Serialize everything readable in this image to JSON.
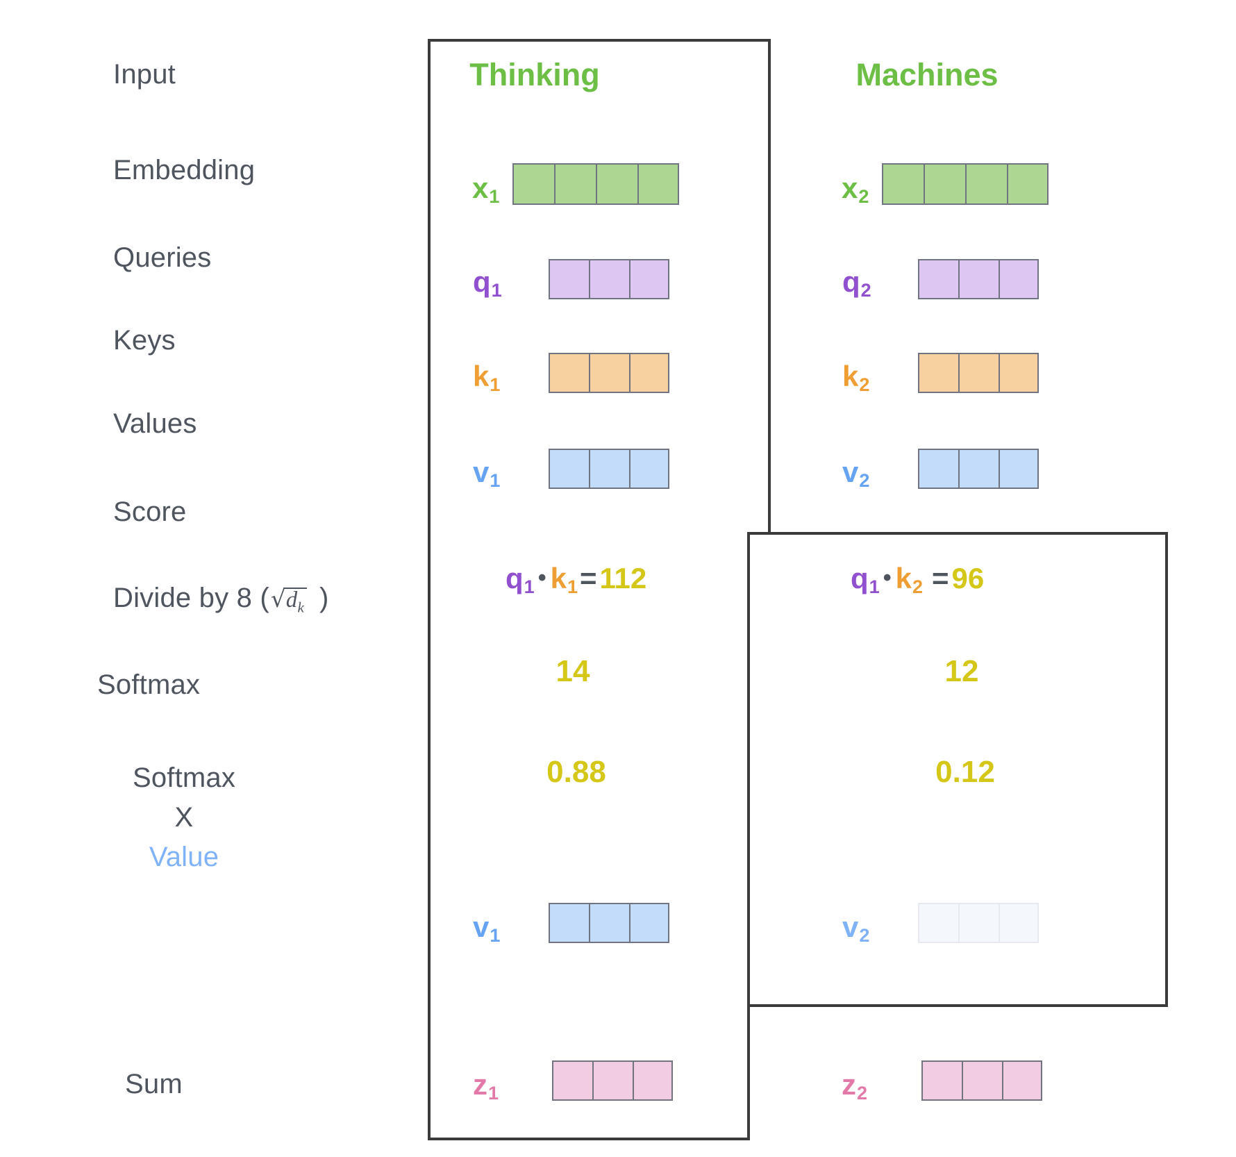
{
  "diagram": {
    "title": "self-attention-calculation",
    "columns": [
      {
        "key": "col1",
        "word": "Thinking"
      },
      {
        "key": "col2",
        "word": "Machines"
      }
    ],
    "row_labels": {
      "input": "Input",
      "embedding": "Embedding",
      "queries": "Queries",
      "keys": "Keys",
      "values": "Values",
      "score": "Score",
      "divide_prefix": "Divide by 8 (",
      "divide_radical_sign": "√",
      "divide_radical_base": "d",
      "divide_radical_sub": "k",
      "divide_suffix": ")",
      "softmax": "Softmax",
      "softmax_x_line1": "Softmax",
      "softmax_x_line2": "X",
      "softmax_x_line3": "Value",
      "sum": "Sum"
    },
    "vectors": {
      "embedding": [
        {
          "base": "x",
          "sub": "1",
          "cells": 4,
          "fill": "f-green",
          "color": "c-green",
          "faded": false
        },
        {
          "base": "x",
          "sub": "2",
          "cells": 4,
          "fill": "f-green",
          "color": "c-green",
          "faded": false
        }
      ],
      "queries": [
        {
          "base": "q",
          "sub": "1",
          "cells": 3,
          "fill": "f-purple",
          "color": "c-purple",
          "faded": false
        },
        {
          "base": "q",
          "sub": "2",
          "cells": 3,
          "fill": "f-purple",
          "color": "c-purple",
          "faded": false
        }
      ],
      "keys": [
        {
          "base": "k",
          "sub": "1",
          "cells": 3,
          "fill": "f-orange",
          "color": "c-orange",
          "faded": false
        },
        {
          "base": "k",
          "sub": "2",
          "cells": 3,
          "fill": "f-orange",
          "color": "c-orange",
          "faded": false
        }
      ],
      "values": [
        {
          "base": "v",
          "sub": "1",
          "cells": 3,
          "fill": "f-blue",
          "color": "c-blue",
          "faded": false
        },
        {
          "base": "v",
          "sub": "2",
          "cells": 3,
          "fill": "f-blue",
          "color": "c-blue",
          "faded": false
        }
      ],
      "softmax_x_value": [
        {
          "base": "v",
          "sub": "1",
          "cells": 3,
          "fill": "f-blue",
          "color": "c-blue",
          "faded": false
        },
        {
          "base": "v",
          "sub": "2",
          "cells": 3,
          "fill": "f-blue",
          "color": "c-faded",
          "faded": true
        }
      ],
      "sum": [
        {
          "base": "z",
          "sub": "1",
          "cells": 3,
          "fill": "f-pink",
          "color": "c-pink",
          "faded": false
        },
        {
          "base": "z",
          "sub": "2",
          "cells": 3,
          "fill": "f-pink",
          "color": "c-pink",
          "faded": false
        }
      ]
    },
    "score_row": {
      "col1": {
        "q_base": "q",
        "q_sub": "1",
        "dot": "•",
        "k_base": "k",
        "k_sub": "1",
        "eq": "=",
        "value": "112"
      },
      "col2": {
        "q_base": "q",
        "q_sub": "1",
        "dot": "•",
        "k_base": "k",
        "k_sub": "2",
        "eq": "=",
        "value": "96"
      }
    },
    "divide_row": {
      "col1": "14",
      "col2": "12"
    },
    "softmax_row": {
      "col1": "0.88",
      "col2": "0.12"
    },
    "colors": {
      "green": "#6cbf44",
      "purple": "#9150cf",
      "orange": "#ef9e33",
      "blue": "#66a3f2",
      "pink": "#e379a8",
      "yellow": "#d4c718",
      "label_gray": "#4f555e",
      "outline": "#3b3b3b",
      "cell_border": "#6f7480",
      "faded_fill": "#f4f7fc"
    }
  }
}
